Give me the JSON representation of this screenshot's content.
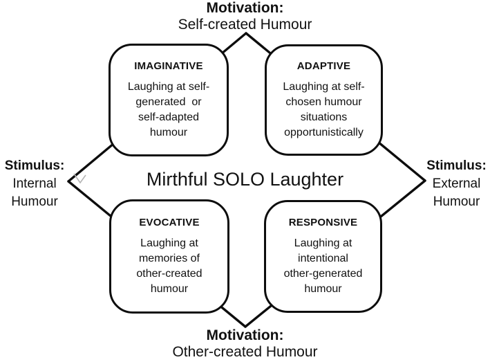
{
  "diagram": {
    "center_title": "Mirthful SOLO Laughter",
    "axes": {
      "top": {
        "label": "Motivation:",
        "value": "Self-created Humour"
      },
      "bottom": {
        "label": "Motivation:",
        "value": "Other-created Humour"
      },
      "left": {
        "label": "Stimulus:",
        "value": "Internal\nHumour"
      },
      "right": {
        "label": "Stimulus:",
        "value": "External\nHumour"
      }
    },
    "quadrants": {
      "imaginative": {
        "title": "IMAGINATIVE",
        "body": "Laughing at self-\ngenerated  or\nself-adapted\nhumour"
      },
      "adaptive": {
        "title": "ADAPTIVE",
        "body": "Laughing at self-\nchosen humour\nsituations\nopportunistically"
      },
      "evocative": {
        "title": "EVOCATIVE",
        "body": "Laughing at\nmemories of\nother-created\nhumour"
      },
      "responsive": {
        "title": "RESPONSIVE",
        "body": "Laughing at\nintentional\nother-generated\nhumour"
      }
    },
    "colors": {
      "line": "#0d0d0d",
      "text": "#111111",
      "background": "#ffffff",
      "artifact_gray": "#b3b3b3"
    }
  }
}
